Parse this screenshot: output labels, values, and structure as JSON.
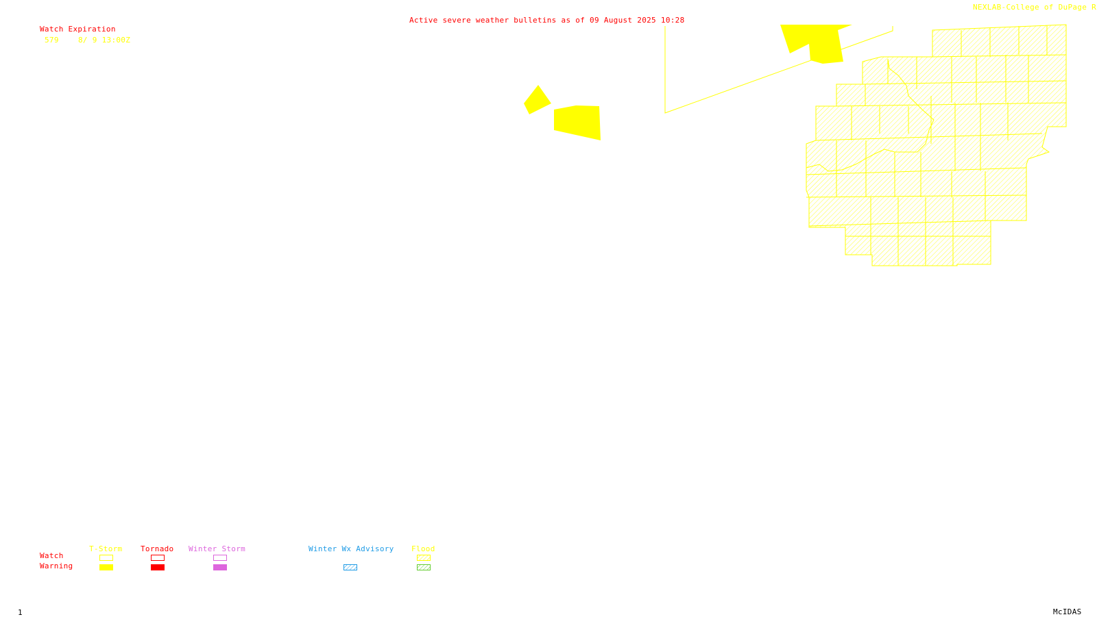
{
  "header": {
    "title": "Active severe weather bulletins as of 09 August 2025 10:28",
    "credit": "NEXLAB-College of DuPage R"
  },
  "watch_list": {
    "heading": "Watch Expiration",
    "entries": [
      {
        "number": "579",
        "expires": "8/ 9 13:00Z"
      }
    ]
  },
  "legend": {
    "row_labels": {
      "watch": "Watch",
      "warning": "Warning"
    },
    "columns": {
      "tstorm": "T-Storm",
      "tornado": "Tornado",
      "winter_storm": "Winter Storm",
      "winter_advisory": "Winter Wx Advisory",
      "flood": "Flood"
    }
  },
  "colors": {
    "title": "#ff0000",
    "tstorm": "#ffff00",
    "tornado": "#ff0000",
    "winter_storm": "#dd66dd",
    "winter_advisory": "#1e9be6",
    "flood": "#ffff00",
    "flood_warning": "#66cc33"
  },
  "footer": {
    "frame": "1",
    "software": "McIDAS"
  }
}
